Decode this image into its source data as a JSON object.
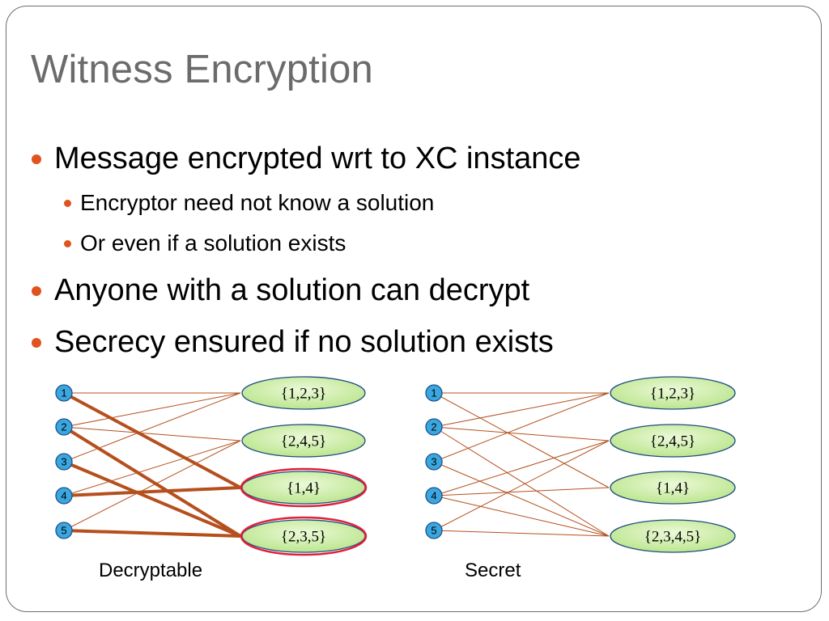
{
  "title": "Witness Encryption",
  "bullets": [
    {
      "text": "Message encrypted wrt to XC instance"
    },
    {
      "text": "Encryptor need not know a solution"
    },
    {
      "text": "Or even if a solution exists"
    },
    {
      "text": "Anyone with a solution can decrypt"
    },
    {
      "text": "Secrecy ensured if no solution exists"
    }
  ],
  "colors": {
    "node_fill": "#3aa7e0",
    "node_stroke": "#1e4f88",
    "set_fill_light": "#ecf9d8",
    "set_fill_dark": "#b7e488",
    "set_stroke": "#1f4d80",
    "edge": "#b5501e",
    "highlight": "#e0203a",
    "bullet_dot": "#e0531f",
    "title": "#6b6b6b"
  },
  "diagrams": [
    {
      "caption": "Decryptable",
      "elements": [
        "1",
        "2",
        "3",
        "4",
        "5"
      ],
      "sets": [
        "{1,2,3}",
        "{2,4,5}",
        "{1,4}",
        "{2,3,5}"
      ],
      "selected_sets": [
        2,
        3
      ],
      "edges": [
        {
          "el": 0,
          "set": 0
        },
        {
          "el": 1,
          "set": 0
        },
        {
          "el": 2,
          "set": 0
        },
        {
          "el": 1,
          "set": 1
        },
        {
          "el": 3,
          "set": 1
        },
        {
          "el": 4,
          "set": 1
        },
        {
          "el": 0,
          "set": 2,
          "bold": true
        },
        {
          "el": 3,
          "set": 2,
          "bold": true
        },
        {
          "el": 1,
          "set": 3,
          "bold": true
        },
        {
          "el": 2,
          "set": 3,
          "bold": true
        },
        {
          "el": 4,
          "set": 3,
          "bold": true
        }
      ]
    },
    {
      "caption": "Secret",
      "elements": [
        "1",
        "2",
        "3",
        "4",
        "5"
      ],
      "sets": [
        "{1,2,3}",
        "{2,4,5}",
        "{1,4}",
        "{2,3,4,5}"
      ],
      "selected_sets": [],
      "edges": [
        {
          "el": 0,
          "set": 0
        },
        {
          "el": 1,
          "set": 0
        },
        {
          "el": 2,
          "set": 0
        },
        {
          "el": 1,
          "set": 1
        },
        {
          "el": 3,
          "set": 1
        },
        {
          "el": 4,
          "set": 1
        },
        {
          "el": 0,
          "set": 2
        },
        {
          "el": 3,
          "set": 2
        },
        {
          "el": 1,
          "set": 3
        },
        {
          "el": 2,
          "set": 3
        },
        {
          "el": 3,
          "set": 3
        },
        {
          "el": 4,
          "set": 3
        }
      ]
    }
  ]
}
